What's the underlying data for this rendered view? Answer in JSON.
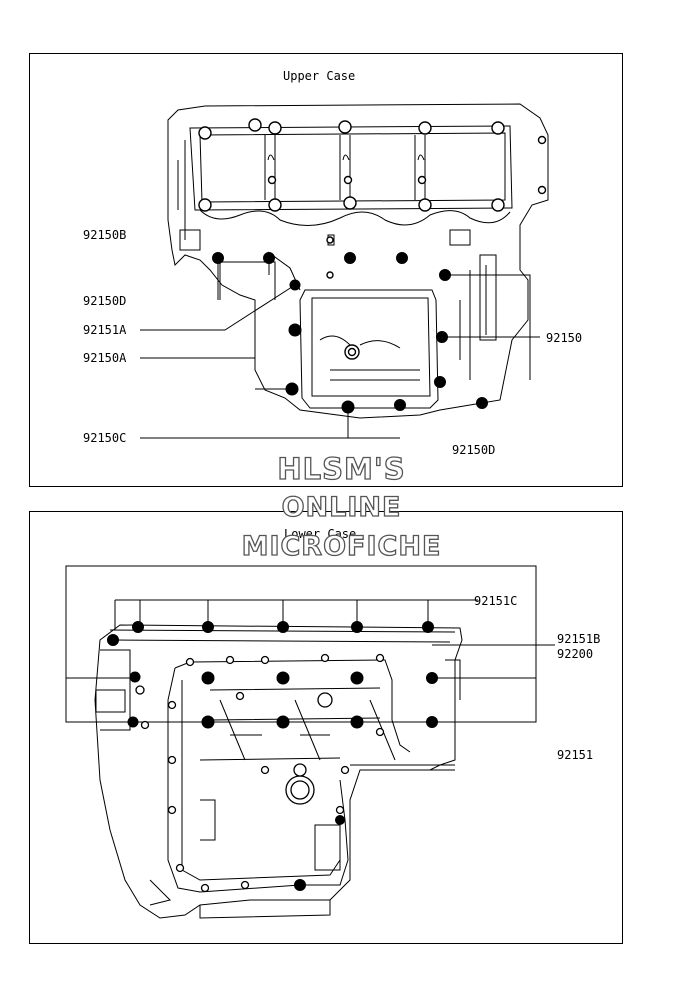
{
  "upper_case": {
    "title": "Upper Case",
    "labels": [
      "92150B",
      "92150D",
      "92151A",
      "92150A",
      "92150",
      "92150C",
      "92150D"
    ]
  },
  "lower_case": {
    "title": "Lower Case",
    "labels": [
      "92151C",
      "92151B",
      "92200",
      "92151"
    ]
  },
  "watermark": {
    "line1": "HLSM'S",
    "line2": "ONLINE",
    "line3": "MICROFICHE"
  },
  "colors": {
    "ink": "#000000",
    "background": "#ffffff",
    "watermark_outline": "#555555"
  }
}
